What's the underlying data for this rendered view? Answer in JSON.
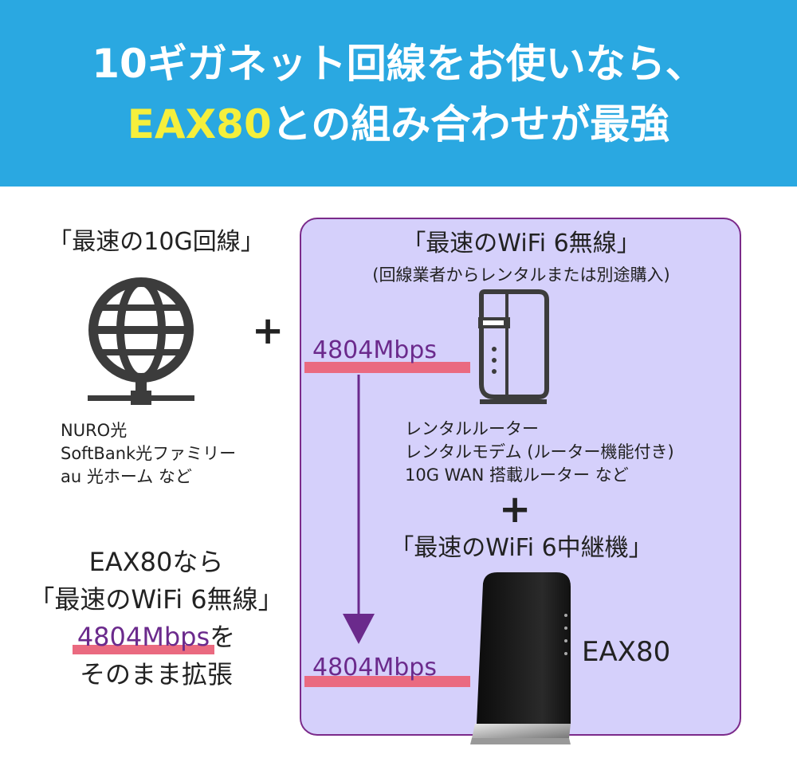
{
  "banner": {
    "line1": "10ギガネット回線をお使いなら、",
    "line2_accent": "EAX80",
    "line2_rest": "との組み合わせが最強",
    "bg_color": "#2aa8e1",
    "accent_color": "#f5ef3c"
  },
  "left": {
    "title": "「最速の10G回線」",
    "globe_icon": "globe-network-icon",
    "isp_list": [
      "NURO光",
      "SoftBank光ファミリー",
      "au 光ホーム など"
    ],
    "eax_line1": "EAX80なら",
    "eax_line2": "「最速のWiFi 6無線」",
    "eax_speed": "4804Mbps",
    "eax_speed_suffix": "を",
    "eax_line4": "そのまま拡張"
  },
  "plus_sign": "+",
  "panel": {
    "title": "「最速のWiFi 6無線」",
    "subtitle": "(回線業者からレンタルまたは別途購入)",
    "speed_top": "4804Mbps",
    "router_icon": "router-icon",
    "router_list": [
      "レンタルルーター",
      "レンタルモデム (ルーター機能付き)",
      "10G WAN 搭載ルーター など"
    ],
    "plus_sign": "+",
    "title2": "「最速のWiFi 6中継機」",
    "speed_bottom": "4804Mbps",
    "extender_icon": "wifi-extender-icon",
    "product_label": "EAX80",
    "bg_color": "#d5d0fb",
    "border_color": "#7b2a8a",
    "speed_color": "#6b2a8c",
    "highlight_color": "#ea6a80"
  }
}
